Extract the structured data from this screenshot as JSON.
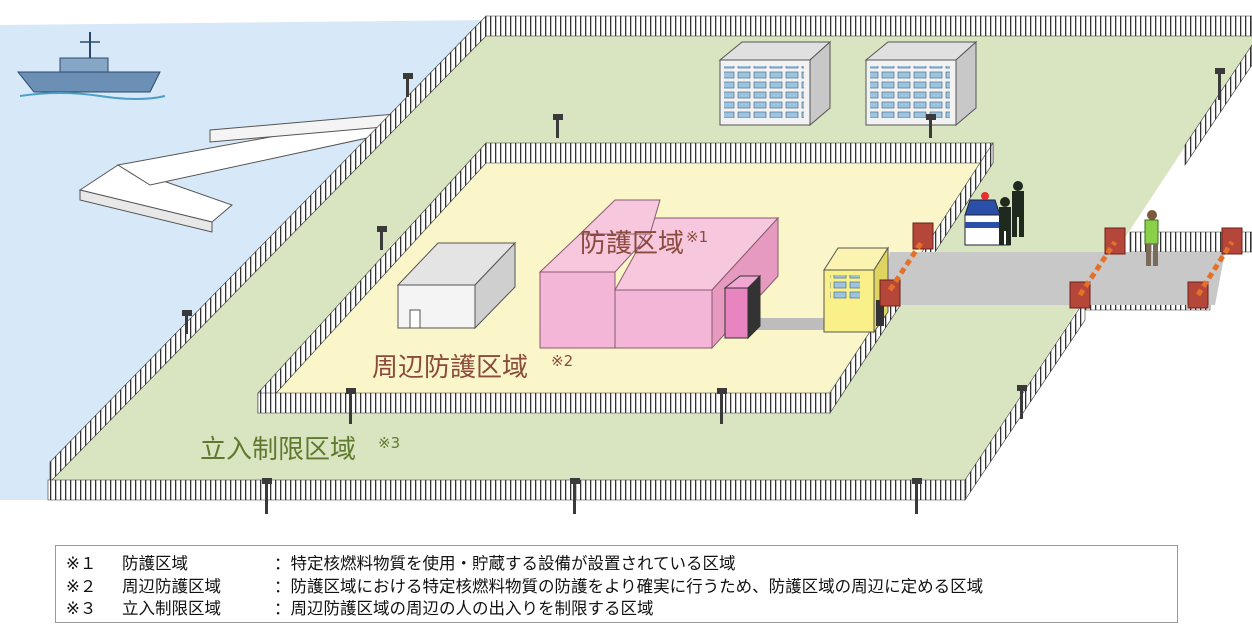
{
  "zones": {
    "protected": {
      "label": "防護区域",
      "mark": "※1"
    },
    "perimeter": {
      "label": "周辺防護区域",
      "mark": "※2"
    },
    "restricted": {
      "label": "立入制限区域",
      "mark": "※3"
    }
  },
  "notes": [
    {
      "mark": "※１",
      "term": "防護区域",
      "definition": "：特定核燃料物質を使用・貯蔵する設備が設置されている区域"
    },
    {
      "mark": "※２",
      "term": "周辺防護区域",
      "definition": "：防護区域における特定核燃料物質の防護をより確実に行うため、防護区域の周辺に定める区域"
    },
    {
      "mark": "※３",
      "term": "立入制限区域",
      "definition": "：周辺防護区域の周辺の人の出入りを制限する区域"
    }
  ],
  "colors": {
    "sea": "#d7e9f8",
    "restricted_ground": "#d9e4c1",
    "perimeter_ground": "#fbf6c9",
    "protected_building": "#f2a9cf",
    "protected_label": "#8a4a3c",
    "perimeter_label": "#8a4a3c",
    "restricted_label": "#5f7a2e",
    "gate": "#b5473a"
  }
}
